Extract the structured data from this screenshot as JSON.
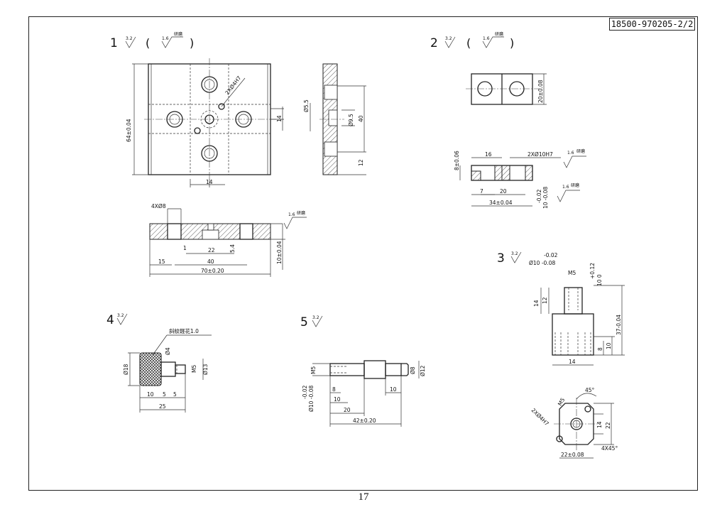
{
  "drawing_number": "18500-970205-2/2",
  "page_number": "17",
  "parts": [
    {
      "id": "1",
      "roughness": "3.2",
      "alt_roughness": "1.6",
      "note": "研磨"
    },
    {
      "id": "2",
      "roughness": "3.2",
      "alt_roughness": "1.6",
      "note": "研磨"
    },
    {
      "id": "3",
      "roughness": "3.2"
    },
    {
      "id": "4",
      "roughness": "3.2",
      "note": "斜紋軽花1.0"
    },
    {
      "id": "5",
      "roughness": "3.2"
    }
  ],
  "dims": {
    "p1": {
      "height": "64±0.04",
      "w14": "14",
      "h14": "14",
      "hole_note": "2XØ4H7",
      "d55": "Ø5.5",
      "d95": "Ø9.5",
      "h40": "40",
      "h12": "12",
      "holes4": "4XØ8",
      "sr": "1.6",
      "sr_note": "研磨",
      "d1": "1",
      "d22": "22",
      "d54": "5.4",
      "d15": "15",
      "d40": "40",
      "thick": "10±0.04",
      "width": "70±0.20"
    },
    "p2": {
      "h20": "20±0.08",
      "d16": "16",
      "holes": "2XØ10H7",
      "sr1": "1.6",
      "sr1_note": "研磨",
      "h8": "8±0.06",
      "d7": "7",
      "d20": "20",
      "tol_top": "-0.02",
      "tol_main": "10 -0.08",
      "sr2": "1.6",
      "sr2_note": "研磨",
      "width": "34±0.04"
    },
    "p3": {
      "tol_top": "-0.02",
      "dia": "Ø10 -0.08",
      "m5": "M5",
      "tol_h": "+0.12",
      "h10": "10  0",
      "d14v": "14",
      "d12": "12",
      "d37": "37-0.04",
      "d10": "10",
      "d8": "8",
      "w14": "14",
      "angle": "45°",
      "m5b": "M5",
      "holes": "2XØ4H7",
      "d14b": "14",
      "d22": "22",
      "chamfer": "4X45°",
      "w22": "22±0.08"
    },
    "p4": {
      "knurl": "斜紋軽花1.0",
      "d4": "Ø4",
      "d18": "Ø18",
      "m5": "M5",
      "d13": "Ø13",
      "a10": "10",
      "a5a": "5",
      "a5b": "5",
      "a25": "25"
    },
    "p5": {
      "m5": "M5",
      "d8": "Ø8",
      "d12": "Ø12",
      "tol_top": "-0.02",
      "dia": "Ø10 -0.08",
      "a8": "8",
      "a10": "10",
      "a10b": "10",
      "a20": "20",
      "a42": "42±0.20"
    }
  }
}
